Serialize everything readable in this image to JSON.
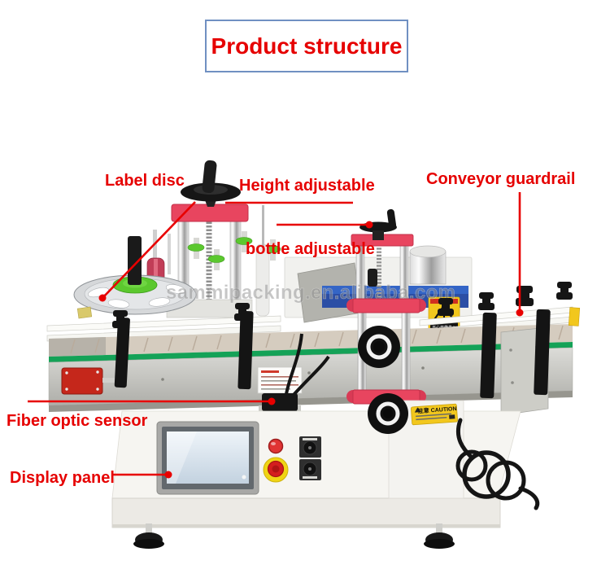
{
  "title": {
    "text": "Product structure"
  },
  "annotations": {
    "label_disc": "Label disc",
    "height_adjustable": "Height adjustable",
    "conveyor_guardrail": "Conveyor guardrail",
    "bottle_adjustable": "bottle adjustable",
    "fiber_optic_sensor": "Fiber optic sensor",
    "display_panel": "Display panel"
  },
  "watermark": {
    "text": "sammipacking.en.alibaba.com"
  },
  "machine": {
    "stickers": {
      "caution": "注意 CAUTION",
      "belt_warning": "当心皮带卷入"
    }
  },
  "colors": {
    "annotation_red": "#e60000",
    "title_border": "#7090c2",
    "pink_plate": "#e8455f",
    "green_part": "#5bc82e",
    "belt_green": "#14a257",
    "motor_blue": "#3465c6",
    "caution_yellow": "#f2c71d",
    "estop_red": "#d41e1e",
    "gearbox_red": "#c5271b"
  }
}
